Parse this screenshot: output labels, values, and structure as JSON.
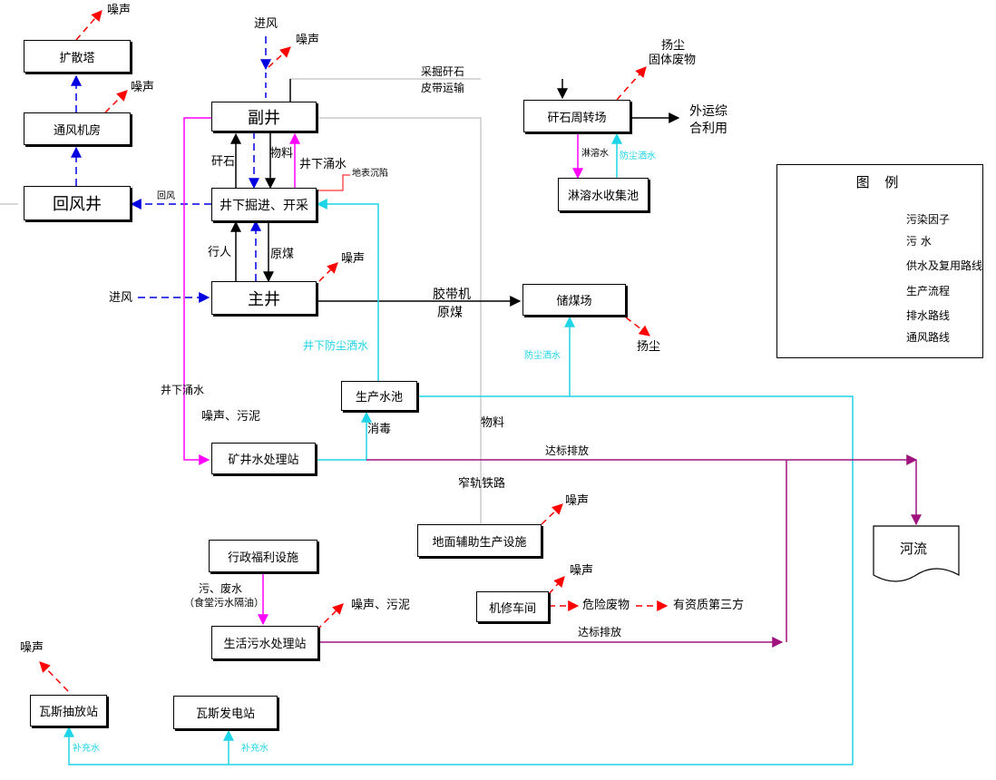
{
  "boxes": {
    "diffusion_tower": "扩散塔",
    "fan_room": "通风机房",
    "return_shaft": "回风井",
    "aux_shaft": "副井",
    "underground_mining": "井下掘进、开采",
    "main_shaft": "主井",
    "gangue_transfer": "矸石周转场",
    "leach_pool": "淋溶水收集池",
    "coal_storage": "储煤场",
    "production_pool": "生产水池",
    "mine_water_plant": "矿井水处理站",
    "surface_aux": "地面辅助生产设施",
    "admin": "行政福利设施",
    "domestic_plant": "生活污水处理站",
    "repair": "机修车间",
    "gas_station": "瓦斯抽放站",
    "gas_power": "瓦斯发电站",
    "river": "河流"
  },
  "labels": {
    "noise": "噪声",
    "inlet_air": "进风",
    "gangue_belt_line1": "采掘矸石",
    "gangue_belt_line2": "皮带运输",
    "dust": "扬尘",
    "solid_waste": "固体废物",
    "external_use_line1": "外运综",
    "external_use_line2": "合利用",
    "leach_water": "淋溶水",
    "dust_spray": "防尘洒水",
    "return_air": "回风",
    "gangue": "矸石",
    "material": "物料",
    "inflow_water": "井下涌水",
    "subsidence": "地表沉陷",
    "pedestrian": "行人",
    "raw_coal": "原煤",
    "belt_conveyor": "胶带机",
    "underground_dust_spray": "井下防尘洒水",
    "noise_sludge": "噪声、污泥",
    "disinfection": "消毒",
    "discharge_standard": "达标排放",
    "narrow_rail": "窄轨铁路",
    "sewage_line1": "污、废水",
    "sewage_line2": "（食堂污水隔油）",
    "hazardous_waste": "危险废物",
    "qualified_third_party": "有资质第三方",
    "makeup_water": "补充水"
  },
  "legend": {
    "title": "图  例",
    "items": [
      {
        "label": "污染因子",
        "color": "#ff0000"
      },
      {
        "label": "污  水",
        "color": "#ff00ff"
      },
      {
        "label": "供水及复用路线",
        "color": "#1fd4e6"
      },
      {
        "label": "生产流程",
        "color": "#000000"
      },
      {
        "label": "排水路线",
        "color": "#a0137f"
      },
      {
        "label": "通风路线",
        "color": "#0000e0"
      }
    ]
  },
  "colors": {
    "pollutant": "#ff0000",
    "sewage": "#ff00ff",
    "supply": "#1fd4e6",
    "production": "#000000",
    "drainage": "#a0137f",
    "ventilation": "#0000e0",
    "thin": "#b0b0b0"
  }
}
